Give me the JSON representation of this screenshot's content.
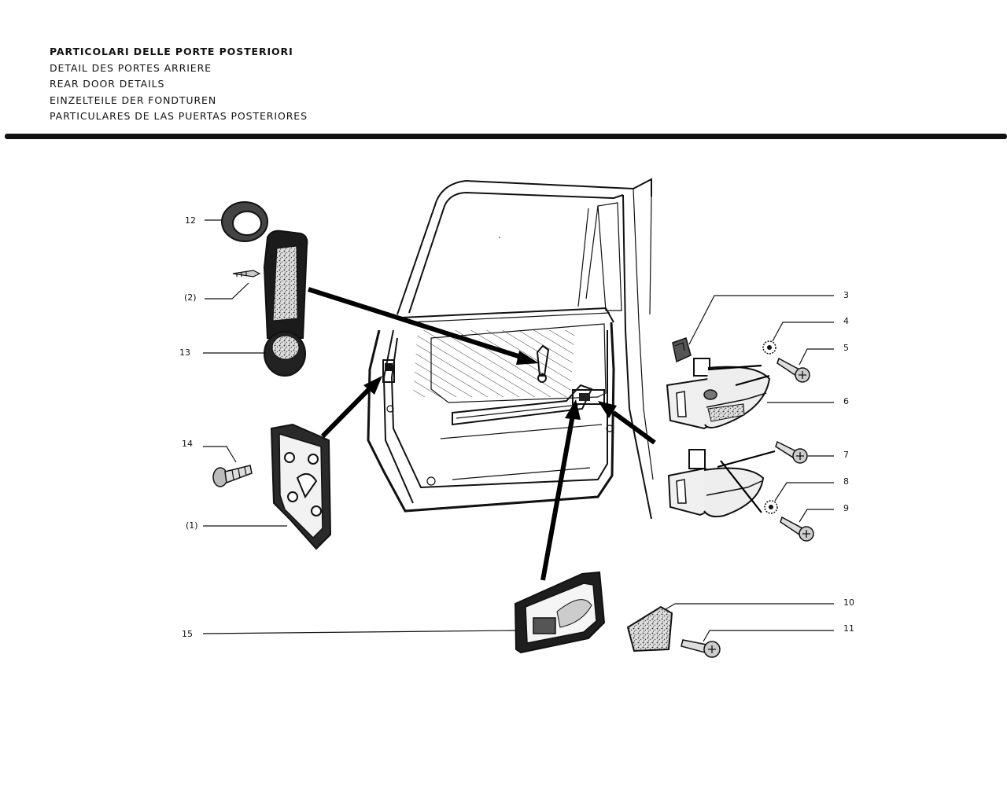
{
  "header": {
    "titles": [
      "PARTICOLARI DELLE PORTE POSTERIORI",
      "DETAIL DES PORTES ARRIERE",
      "REAR DOOR DETAILS",
      "EINZELTEILE DER FONDTUREN",
      "PARTICULARES DE LAS PUERTAS POSTERIORES"
    ]
  },
  "callouts": {
    "c12": "12",
    "c2": "(2)",
    "c13": "13",
    "c14": "14",
    "c1": "(1)",
    "c15": "15",
    "c3": "3",
    "c4": "4",
    "c5": "5",
    "c6": "6",
    "c7": "7",
    "c8": "8",
    "c9": "9",
    "c10": "10",
    "c11": "11"
  }
}
